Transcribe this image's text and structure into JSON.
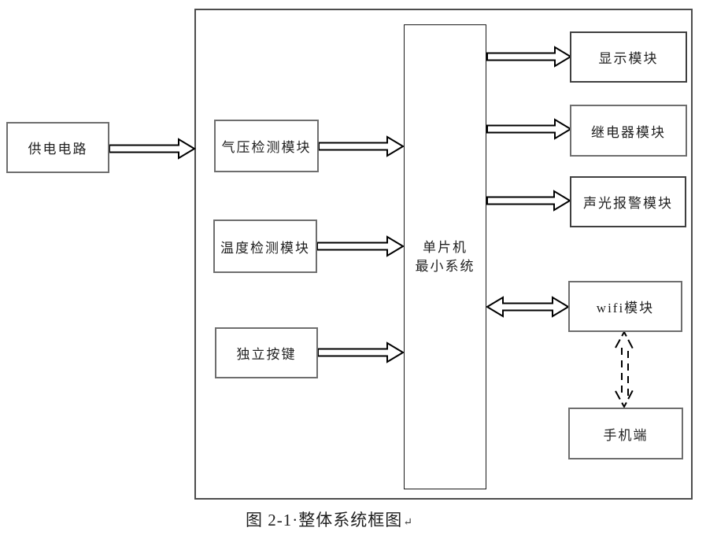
{
  "diagram": {
    "caption": "图 2-1·整体系统框图",
    "caption_return_mark": "↵",
    "nodes": {
      "power": "供电电路",
      "pressure": "气压检测模块",
      "temperature": "温度检测模块",
      "keys": "独立按键",
      "mcu_line1": "单片机",
      "mcu_line2": "最小系统",
      "display": "显示模块",
      "relay": "继电器模块",
      "alarm": "声光报警模块",
      "wifi": "wifi模块",
      "phone": "手机端"
    },
    "edges": [
      {
        "from": "power",
        "to": "system-frame",
        "style": "hollow-arrow",
        "direction": "right"
      },
      {
        "from": "pressure",
        "to": "mcu",
        "style": "hollow-arrow",
        "direction": "right"
      },
      {
        "from": "temperature",
        "to": "mcu",
        "style": "hollow-arrow",
        "direction": "right"
      },
      {
        "from": "keys",
        "to": "mcu",
        "style": "hollow-arrow",
        "direction": "right"
      },
      {
        "from": "mcu",
        "to": "display",
        "style": "hollow-arrow",
        "direction": "right"
      },
      {
        "from": "mcu",
        "to": "relay",
        "style": "hollow-arrow",
        "direction": "right"
      },
      {
        "from": "mcu",
        "to": "alarm",
        "style": "hollow-arrow",
        "direction": "right"
      },
      {
        "from": "mcu",
        "to": "wifi",
        "style": "hollow-arrow",
        "direction": "both"
      },
      {
        "from": "wifi",
        "to": "phone",
        "style": "dashed-arrow",
        "direction": "both"
      }
    ],
    "colors": {
      "line": "#000000",
      "box_border_light": "#6e6e6e",
      "box_border_dark": "#3f3f3f",
      "frame_border": "#4d4d4d",
      "background": "#ffffff",
      "text": "#1f1f1f"
    }
  }
}
